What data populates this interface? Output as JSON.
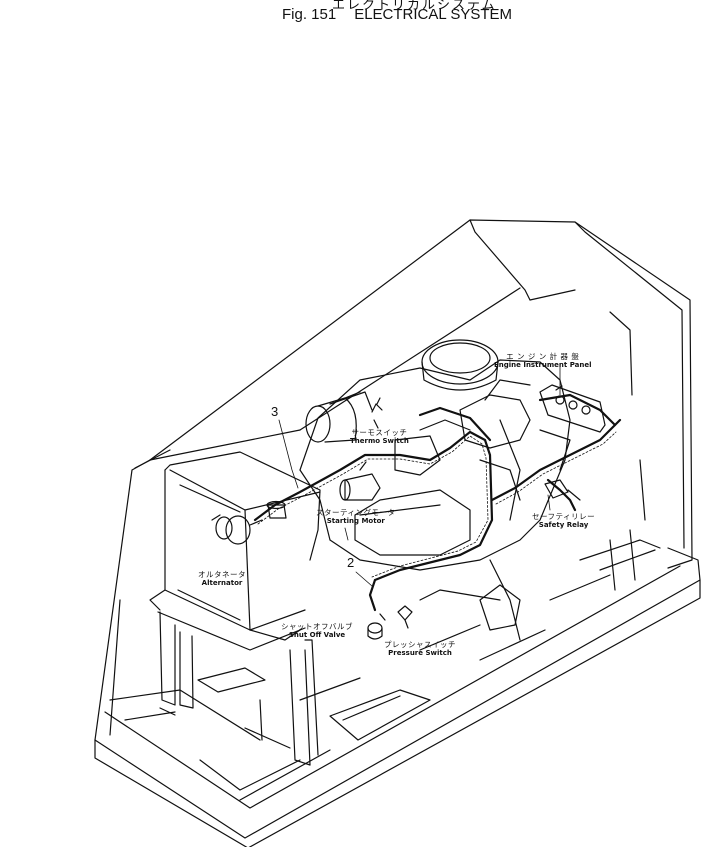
{
  "header": {
    "title_jp": "エレクトリカルシステム",
    "fig_number": "Fig. 151",
    "fig_title": "ELECTRICAL SYSTEM"
  },
  "labels": {
    "engine_panel": {
      "jp": "エ ン ジ ン 計 器 盤",
      "en": "Engine Instrument Panel"
    },
    "thermo_switch": {
      "jp": "サーモスイッチ",
      "en": "Thermo Switch"
    },
    "starting_motor": {
      "jp": "スターティングモータ",
      "en": "Starting Motor"
    },
    "safety_relay": {
      "jp": "セーフティリレー",
      "en": "Safety Relay"
    },
    "alternator": {
      "jp": "オルタネータ",
      "en": "Alternator"
    },
    "shut_off_valve": {
      "jp": "シャットオフバルブ",
      "en": "Shut Off Valve"
    },
    "pressure_switch": {
      "jp": "プレッシャスイッチ",
      "en": "Pressure Switch"
    }
  },
  "callouts": {
    "c2": "2",
    "c3": "3"
  }
}
